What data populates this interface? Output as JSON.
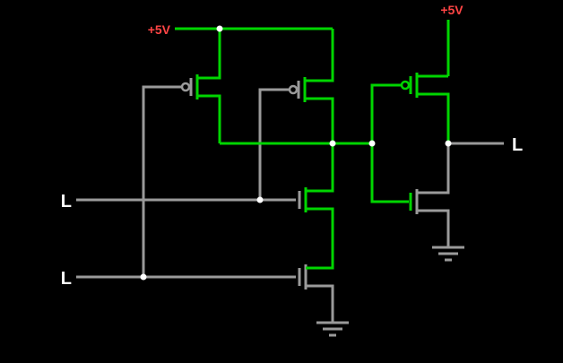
{
  "labels": {
    "supply_left": "+5V",
    "supply_right": "+5V",
    "input_a": "L",
    "input_b": "L",
    "output": "L"
  },
  "colors": {
    "background": "#000000",
    "wire_high": "#00d500",
    "wire_low": "#9a9a9a",
    "supply_label": "#ff4545",
    "signal_label": "#ffffff",
    "node_dot": "#ffffff"
  },
  "states": {
    "supply_rails": "high",
    "input_a": "low",
    "input_b": "low",
    "nand_output_node": "high",
    "intermediate_nmos_node": "high",
    "final_output": "low"
  }
}
